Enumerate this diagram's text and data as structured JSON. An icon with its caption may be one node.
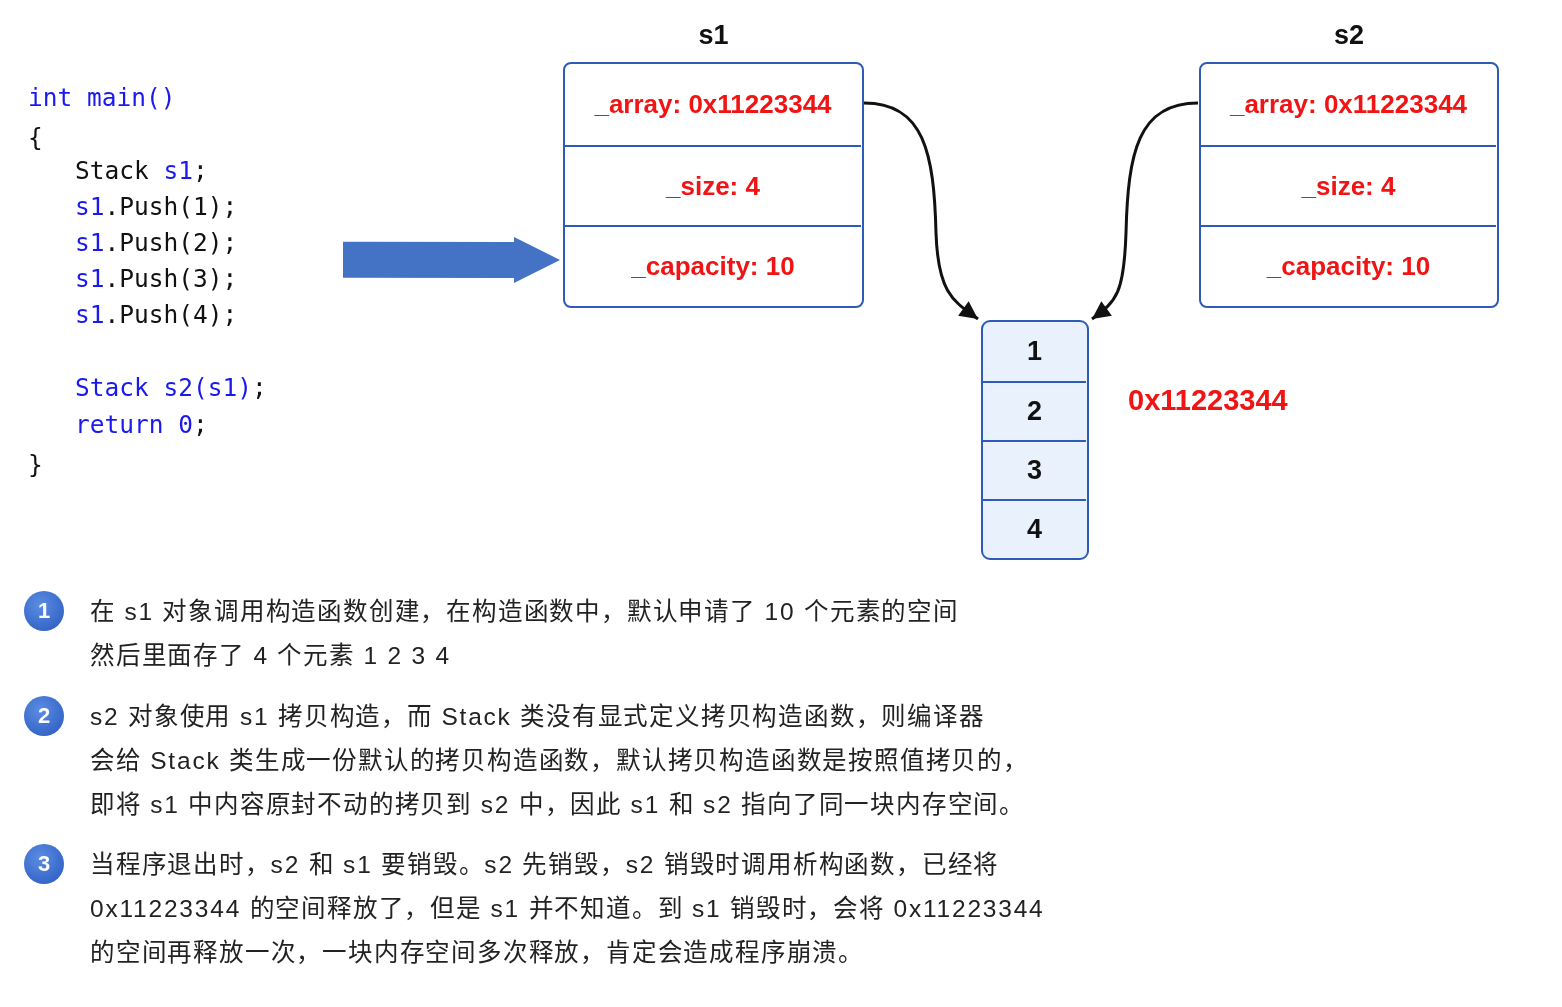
{
  "diagram": {
    "nodes": [
      {
        "text": [
          "int main()",
          "{",
          "Stack s1;",
          "s1.Push(1);",
          "s1.Push(2);",
          "s1.Push(3);",
          "s1.Push(4);",
          "Stack s2(s1);",
          "return 0;",
          "}"
        ]
      },
      {
        "text": [
          "s1"
        ]
      },
      {
        "text": [
          "_array: 0x11223344"
        ],
        "in": 1
      },
      {
        "text": [
          "_size: 4"
        ],
        "in": 1
      },
      {
        "text": [
          "_capacity: 10"
        ],
        "in": 1
      },
      {
        "text": [
          "s2"
        ]
      },
      {
        "text": [
          "_array: 0x11223344"
        ],
        "in": 5
      },
      {
        "text": [
          "_size: 4"
        ],
        "in": 5
      },
      {
        "text": [
          "_capacity: 10"
        ],
        "in": 5
      },
      {
        "text": [],
        "shape": "box",
        "beside": [
          "0x11223344"
        ]
      },
      {
        "text": [
          "1"
        ],
        "in": 9
      },
      {
        "text": [
          "2"
        ],
        "in": 9
      },
      {
        "text": [
          "3"
        ],
        "in": 9
      },
      {
        "text": [
          "4"
        ],
        "in": 9
      },
      {
        "text": [
          "1"
        ],
        "beside": [
          "在 s1 对象调用构造函数创建，在构造函数中，默认申请了 10 个元素的空间",
          "然后里面存了 4 个元素 1 2 3 4"
        ]
      },
      {
        "text": [
          "2"
        ],
        "beside": [
          "s2 对象使用 s1 拷贝构造，而 Stack 类没有显式定义拷贝构造函数，则编译器会给 Stack 类生成一份默认的拷贝构造函数，默认拷贝构造函数是按照值拷贝的，即将 s1 中内容原封不动的拷贝到 s2 中，因此 s1 和 s2 指向了同一块内存空间。"
        ]
      },
      {
        "text": [
          "3"
        ],
        "beside": [
          "当程序退出时，s2 和 s1 要销毁。s2 先销毁，s2 销毁时调用析构函数，已经将 0x11223344 的空间释放了，但是 s1 并不知道。到 s1 销毁时，会将 0x11223344 的空间再释放一次，一块内存空间多次释放，肯定会造成程序崩溃。"
        ]
      }
    ],
    "edges": [
      {
        "from": 0,
        "to": 1,
        "arrow": "to",
        "style": "thick",
        "color": "#4472c4"
      },
      {
        "from": 2,
        "to": 9,
        "arrow": "to"
      },
      {
        "from": 6,
        "to": 9,
        "arrow": "to"
      }
    ]
  }
}
